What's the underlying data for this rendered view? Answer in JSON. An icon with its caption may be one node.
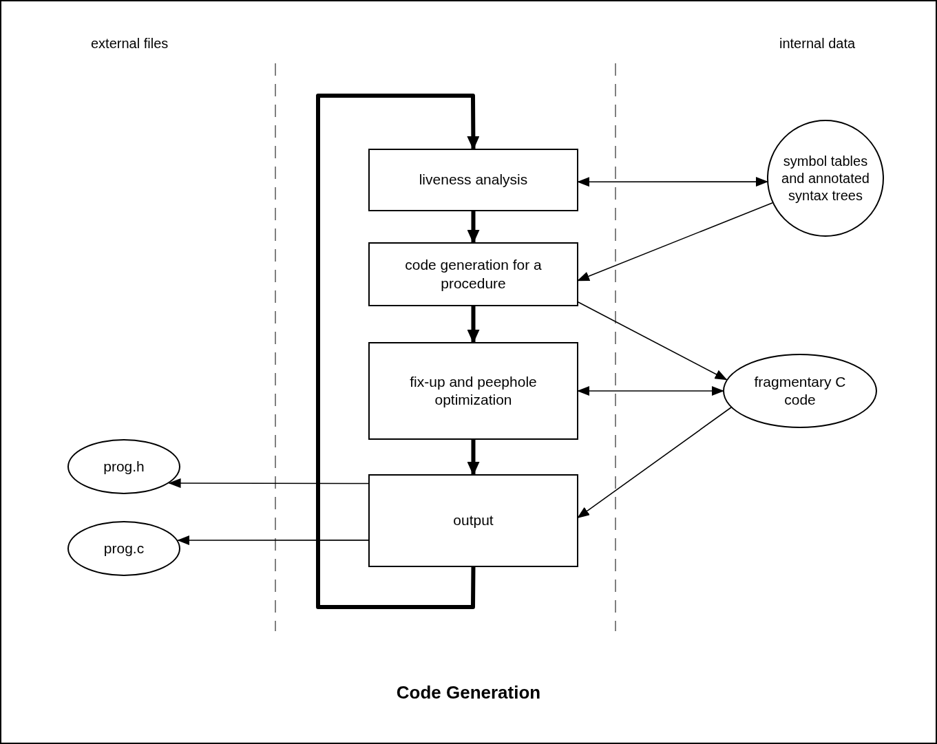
{
  "diagram": {
    "caption": "Code Generation",
    "nodes": [
      {
        "text": [
          "liveness analysis"
        ]
      },
      {
        "text": [
          "code generation for a procedure"
        ]
      },
      {
        "text": [
          "fix-up and peephole optimization"
        ]
      },
      {
        "text": [
          "output"
        ]
      },
      {
        "text": [
          "symbol tables and annotated syntax trees"
        ]
      },
      {
        "text": [
          "fragmentary C code"
        ]
      },
      {
        "text": [
          "prog.h"
        ]
      },
      {
        "text": [
          "prog.c"
        ]
      }
    ],
    "edges": [
      {
        "from": 0,
        "to": 1,
        "arrow": "to",
        "style": "thick"
      },
      {
        "from": 1,
        "to": 2,
        "arrow": "to",
        "style": "thick"
      },
      {
        "from": 2,
        "to": 3,
        "arrow": "to",
        "style": "thick"
      },
      {
        "from": 3,
        "to": 0,
        "arrow": "to",
        "style": "thick"
      },
      {
        "from": 0,
        "to": 4,
        "arrow": "both"
      },
      {
        "from": 4,
        "to": 1,
        "arrow": "to"
      },
      {
        "from": 1,
        "to": 5,
        "arrow": "to"
      },
      {
        "from": 2,
        "to": 5,
        "arrow": "both"
      },
      {
        "from": 5,
        "to": 3,
        "arrow": "to"
      },
      {
        "from": 3,
        "to": 6,
        "arrow": "to"
      },
      {
        "from": 3,
        "to": 7,
        "arrow": "to"
      }
    ],
    "labels": [
      "external files",
      "internal data"
    ]
  }
}
